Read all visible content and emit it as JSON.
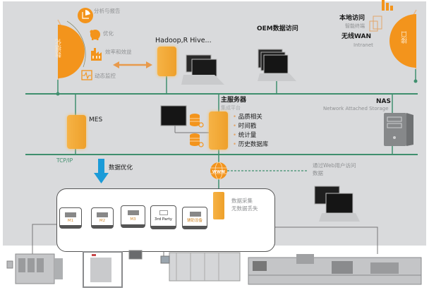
{
  "colors": {
    "background": "#d9dadc",
    "network_line": "#3f8f6e",
    "orange": "#f3941c",
    "server_orange": "#f0a83a",
    "blue_arrow": "#1b9bd8",
    "dark_text": "#1a1a1a",
    "gray_text": "#8e9092"
  },
  "left_arc": {
    "center_label": "数据化",
    "items": [
      {
        "icon": "pie-chart-icon",
        "label": "分析与报告"
      },
      {
        "icon": "piggy-bank-icon",
        "label": "优化"
      },
      {
        "icon": "factory-icon",
        "label": "效率和效益"
      },
      {
        "icon": "monitor-pulse-icon",
        "label": "动态监控"
      }
    ]
  },
  "right_arc": {
    "center_label": "接口",
    "local_access": {
      "title": "本地访问",
      "subtitle": "智能终端"
    },
    "wireless": {
      "title": "无线WAN",
      "subtitle": "Intranet"
    }
  },
  "top_nodes": {
    "hadoop": {
      "label": "Hadoop,R Hive..."
    },
    "oem": {
      "label": "OEM数据访问"
    }
  },
  "middle_nodes": {
    "mes": {
      "label": "MES"
    },
    "tcpip": {
      "label": "TCP/IP"
    },
    "main_server": {
      "title": "主服务器",
      "subtitle": "集成平台",
      "features": [
        "品质相关",
        "时间戳",
        "统计量",
        "历史数据库"
      ]
    },
    "nas": {
      "title": "NAS",
      "subtitle": "Network Attached Storage"
    }
  },
  "data_optimization": {
    "label": "数据优化"
  },
  "web_access": {
    "label_line1": "通过Web用户访问",
    "label_line2": "数据"
  },
  "collector": {
    "label_line1": "数据采集",
    "label_line2": "无数据丢失"
  },
  "machines": [
    {
      "label": "M1"
    },
    {
      "label": "M2"
    },
    {
      "label": "M3"
    },
    {
      "label": "3rd Party"
    },
    {
      "label": "辅助设备"
    }
  ],
  "equipment": [
    {
      "name": "filling-machine"
    },
    {
      "name": "capping-machine"
    },
    {
      "name": "labeling-machine"
    },
    {
      "name": "cartoning-line"
    }
  ]
}
